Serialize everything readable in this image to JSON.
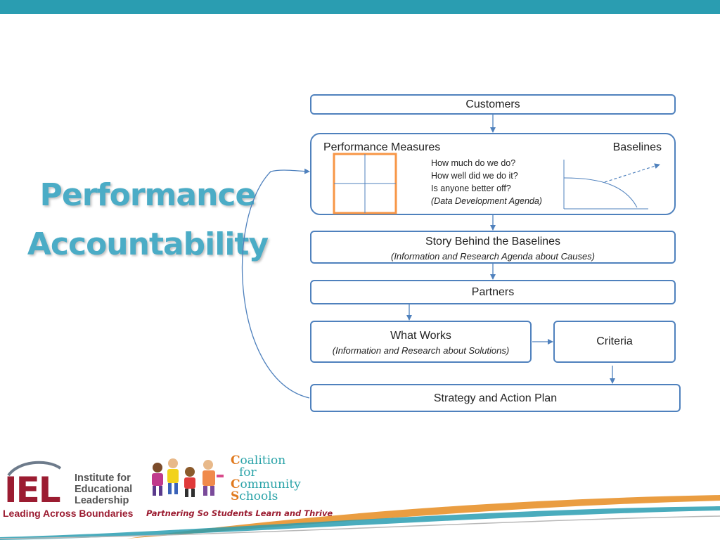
{
  "colors": {
    "top_bar": "#2a9db1",
    "box_border": "#4f81bd",
    "arrow": "#4f81bd",
    "title": "#4bacc6",
    "matrix": "#f79646",
    "iel_red": "#9b1c31",
    "swoosh_orange": "#e8922c",
    "swoosh_teal": "#2a9db1"
  },
  "title": {
    "line1": "Performance",
    "line2": "Accountability"
  },
  "diagram": {
    "customers": "Customers",
    "performance": {
      "label": "Performance Measures",
      "baselines": "Baselines",
      "questions": [
        "How much do we do?",
        "How well did we do it?",
        "Is anyone better off?"
      ],
      "agenda": "(Data Development Agenda)"
    },
    "story": {
      "label": "Story Behind the Baselines",
      "sub": "(Information and Research Agenda about Causes)"
    },
    "partners": "Partners",
    "what_works": {
      "label": "What Works",
      "sub": "(Information and Research about Solutions)"
    },
    "criteria": "Criteria",
    "strategy": "Strategy and Action Plan"
  },
  "logos": {
    "iel": {
      "letters": "IEL",
      "name_lines": [
        "Institute for",
        "Educational",
        "Leadership"
      ],
      "tagline": "Leading Across Boundaries"
    },
    "ccs": {
      "name_lines": [
        {
          "cap": "C",
          "rest": "oalition"
        },
        {
          "cap": "",
          "rest": "for"
        },
        {
          "cap": "C",
          "rest": "ommunity"
        },
        {
          "cap": "S",
          "rest": "chools"
        }
      ],
      "tagline": "Partnering So Students Learn and Thrive"
    }
  }
}
